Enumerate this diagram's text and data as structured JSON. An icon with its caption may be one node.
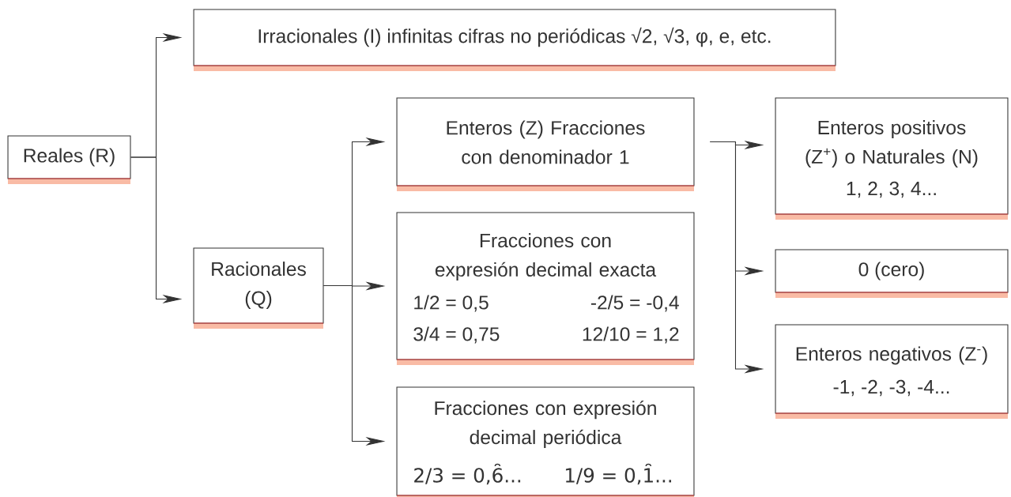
{
  "diagram": {
    "nodes": [
      {
        "text": [
          "Reales (R)"
        ]
      },
      {
        "text": [
          "Irracionales (I) infinitas cifras no periódicas √2, √3, φ, e, etc."
        ]
      },
      {
        "text": [
          "Racionales (Q)"
        ]
      },
      {
        "text": [
          "Enteros (Z) Fracciones con denominador 1"
        ]
      },
      {
        "text": [
          "Fracciones con expresión decimal exacta",
          "1/2 = 0,5",
          "-2/5 = -0,4",
          "3/4 = 0,75",
          "12/10 = 1,2"
        ]
      },
      {
        "text": [
          "Fracciones con expresión decimal periódica",
          "2/3 = 0,6̑...",
          "1/9 = 0,1̑..."
        ]
      },
      {
        "text": [
          "Enteros positivos (Z$^{+}$) o Naturales (N)",
          "1, 2, 3, 4..."
        ]
      },
      {
        "text": [
          "0 (cero)"
        ]
      },
      {
        "text": [
          "Enteros negativos (Z$^{-}$)",
          "-1, -2, -3, -4..."
        ]
      }
    ],
    "edges": [
      {
        "from": 0,
        "to": 1,
        "arrow": "to"
      },
      {
        "from": 0,
        "to": 2,
        "arrow": "to"
      },
      {
        "from": 2,
        "to": 3,
        "arrow": "to"
      },
      {
        "from": 2,
        "to": 4,
        "arrow": "to"
      },
      {
        "from": 2,
        "to": 5,
        "arrow": "to"
      },
      {
        "from": 3,
        "to": 6,
        "arrow": "to"
      },
      {
        "from": 3,
        "to": 7,
        "arrow": "to"
      },
      {
        "from": 3,
        "to": 8,
        "arrow": "to"
      }
    ]
  }
}
